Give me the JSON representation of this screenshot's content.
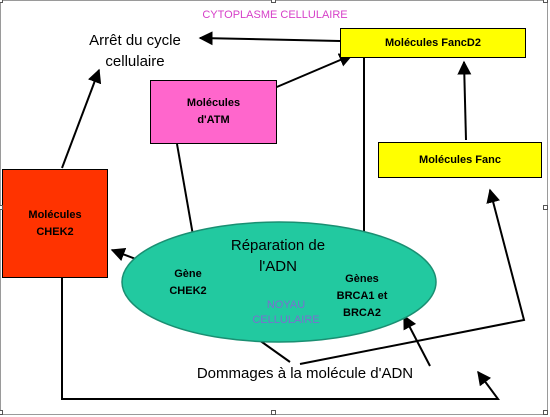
{
  "title": "CYTOPLASME CELLULAIRE",
  "nodes": {
    "cell_cycle_arrest": "Arrêt du cycle cellulaire",
    "fancd2": "Molécules FancD2",
    "atm": "Molécules d'ATM",
    "fanc": "Molécules Fanc",
    "chek2_molecules": "Molécules CHEK2",
    "dna_repair": "Réparation de l'ADN",
    "chek2_gene": "Gène CHEK2",
    "brca_genes": "Gènes BRCA1 et BRCA2",
    "nucleus": "NOYAU CELLULAIRE",
    "dna_damage": "Dommages à la molécule d'ADN"
  },
  "colors": {
    "title": "#d63fc8",
    "fancd2_fill": "#ffff00",
    "fanc_fill": "#ffff00",
    "atm_fill": "#ff66cc",
    "chek2_fill": "#ff3300",
    "nucleus_fill": "#22c9a0",
    "nucleus_label": "#7a6fd0",
    "arrow": "#000000"
  }
}
